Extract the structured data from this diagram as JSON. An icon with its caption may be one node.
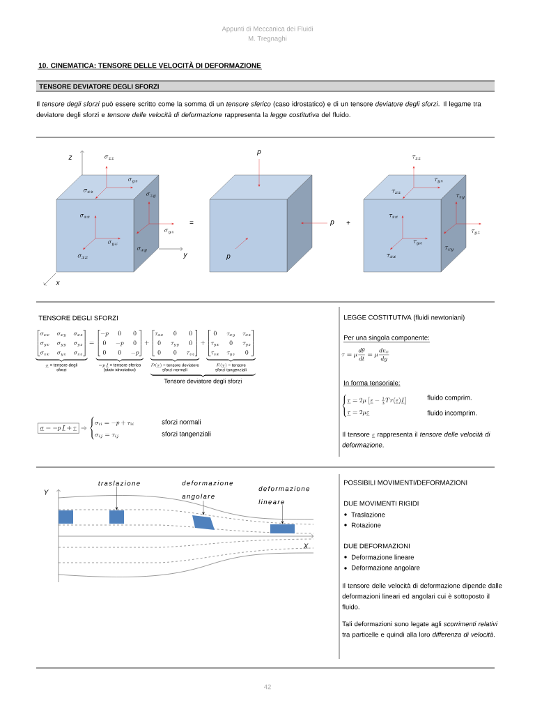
{
  "diagram": {
    "title": "10. CINEMATICA: TENSORE DELLE VELOCITÀ DI DEFORMAZIONE",
    "nodes": [
      {
        "text": [
          "traslazione"
        ]
      },
      {
        "text": [
          "deformazione angolare"
        ]
      },
      {
        "text": [
          "deformazione lineare"
        ]
      },
      {
        "text": [],
        "shape": "box"
      },
      {
        "text": [],
        "shape": "box"
      },
      {
        "text": [],
        "shape": "box"
      },
      {
        "text": [],
        "shape": "box"
      }
    ],
    "edges": [
      {
        "from": 0,
        "to": 4,
        "arrow": "to"
      },
      {
        "from": 1,
        "to": 5,
        "arrow": "to"
      },
      {
        "from": 2,
        "to": 6,
        "arrow": "to"
      }
    ],
    "labels": [
      "Appunti di Meccanica dei Fluidi",
      "M. Tregnaghi",
      "TENSORE DEVIATORE DEGLI SFORZI",
      "Il *tensore degli sforzi* può essere scritto come la somma di un *tensore sferico* (caso idrostatico) e di un tensore *deviatore degli sforzi*. Il legame tra deviatore degli sforzi e *tensore delle velocità di deformazione* rappresenta la *legge costitutiva* del fluido.",
      "z",
      "\\sigma_{zz}",
      "\\sigma_{yz}",
      "\\sigma_{xz}",
      "\\sigma_{zy}",
      "\\sigma_{zx}",
      "\\sigma_{yz}",
      "\\sigma_{yx}",
      "\\sigma_{xy}",
      "\\sigma_{xx}",
      "y",
      "x",
      "=",
      "p",
      "p",
      "p",
      "+",
      "\\tau_{zz}",
      "\\tau_{yz}",
      "\\tau_{xz}",
      "\\tau_{zy}",
      "\\tau_{zx}",
      "\\tau_{yz}",
      "\\tau_{yx}",
      "\\tau_{xy}",
      "\\tau_{xx}",
      "TENSORE DEGLI SFORZI",
      "\\underbrace{\\begin{bmatrix}\\sigma_{xx}&\\sigma_{xy}&\\sigma_{xz}\\\\\\sigma_{yx}&\\sigma_{yy}&\\sigma_{yz}\\\\\\sigma_{zx}&\\sigma_{yz}&\\sigma_{zz}\\end{bmatrix}}_{\\substack{\\underline{\\sigma}\\text{ = tensore degli}\\\\\\text{sforzi}}}=\\underbrace{\\begin{bmatrix}-p&0&0\\\\0&-p&0\\\\0&0&-p\\end{bmatrix}}_{\\substack{-p\\,\\underline{I}\\text{ = tensore sferico}\\\\\\text{(stato idrostatico)}}}+\\underbrace{\\underbrace{\\begin{bmatrix}\\tau_{xx}&0&0\\\\0&\\tau_{yy}&0\\\\0&0&\\tau_{zz}\\end{bmatrix}}_{\\substack{D(\\underline{\\tau})\\text{ = tensore deviatore}\\\\\\text{sforzi normali}}}+\\underbrace{\\begin{bmatrix}0&\\tau_{xy}&\\tau_{xz}\\\\\\tau_{yx}&0&\\tau_{yz}\\\\\\tau_{zx}&\\tau_{yz}&0\\end{bmatrix}}_{\\substack{E(\\underline{\\tau})\\text{ = tensore}\\\\\\text{sforzi tangenziali}}}}_{\\mbox{Tensore deviatore degli sforzi}}",
      "\\boxed{\\underline{\\sigma}=-p\\,\\underline{I}+\\underline{\\tau}}\\Rightarrow\\begin{cases}\\sigma_{ii}=-p+\\tau_{ii}\\\\\\sigma_{ij}=\\tau_{ij}\\end{cases}",
      "sforzi normali",
      "sforzi tangenziali",
      "LEGGE COSTITUTIVA (fluidi newtoniani)",
      "Per una singola componente:",
      "\\tau=\\mu\\frac{d\\theta}{dt}=\\mu\\frac{dv_x}{dy}",
      "In forma tensoriale:",
      "\\begin{cases}\\underline{\\tau}=2\\mu\\left[\\underline{\\varepsilon}-\\frac{1}{3}Tr(\\underline{\\varepsilon})\\underline{I}\\right]\\\\\\underline{\\tau}=2\\mu\\underline{\\varepsilon}\\end{cases}",
      "fluido comprim.",
      "fluido incomprim.",
      "Il tensore",
      "\\underline{\\varepsilon}",
      "rappresenta il *tensore delle velocità di deformazione*.",
      "Y",
      "X",
      "POSSIBILI MOVIMENTI/DEFORMAZIONI",
      "DUE MOVIMENTI RIGIDI",
      "Traslazione",
      "Rotazione",
      "DUE DEFORMAZIONI",
      "Deformazione lineare",
      "Deformazione angolare",
      "Il tensore delle velocità di deformazione dipende dalle deformazioni lineari ed angolari cui è sottoposto il fluido.",
      "Tali deformazioni sono legate agli *scorrimenti relativi* tra particelle e quindi alla loro *differenza di velocità*.",
      "42"
    ]
  }
}
